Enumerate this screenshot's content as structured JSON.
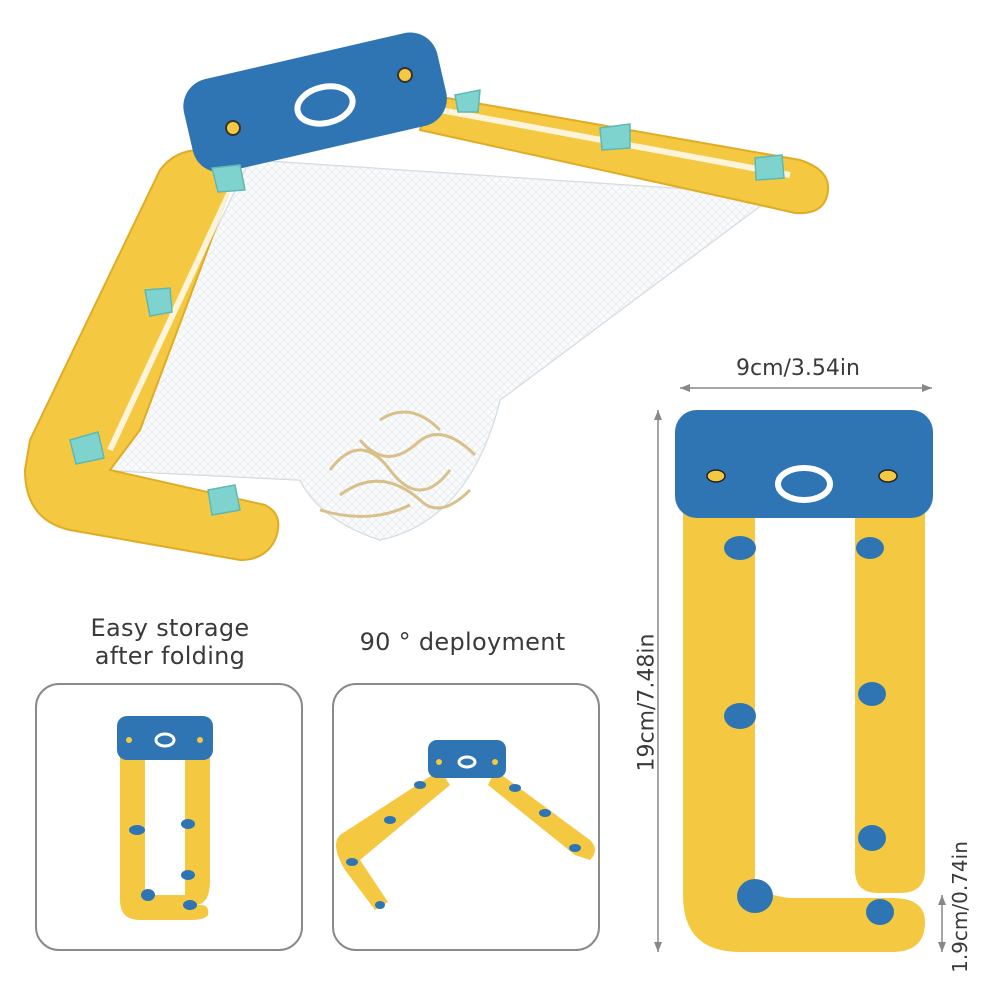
{
  "colors": {
    "yellow": "#f5c842",
    "yellow_dark": "#e0ac25",
    "blue": "#2f75b3",
    "teal": "#7fd3cf",
    "mesh": "#eef2f4",
    "dim_line": "#888888"
  },
  "captions": {
    "folding_line1": "Easy storage",
    "folding_line2": "after folding",
    "deployment": "90 ° deployment"
  },
  "dimensions": {
    "width": "9cm/3.54in",
    "height": "19cm/7.48in",
    "thickness": "1.9cm/0.74in"
  }
}
